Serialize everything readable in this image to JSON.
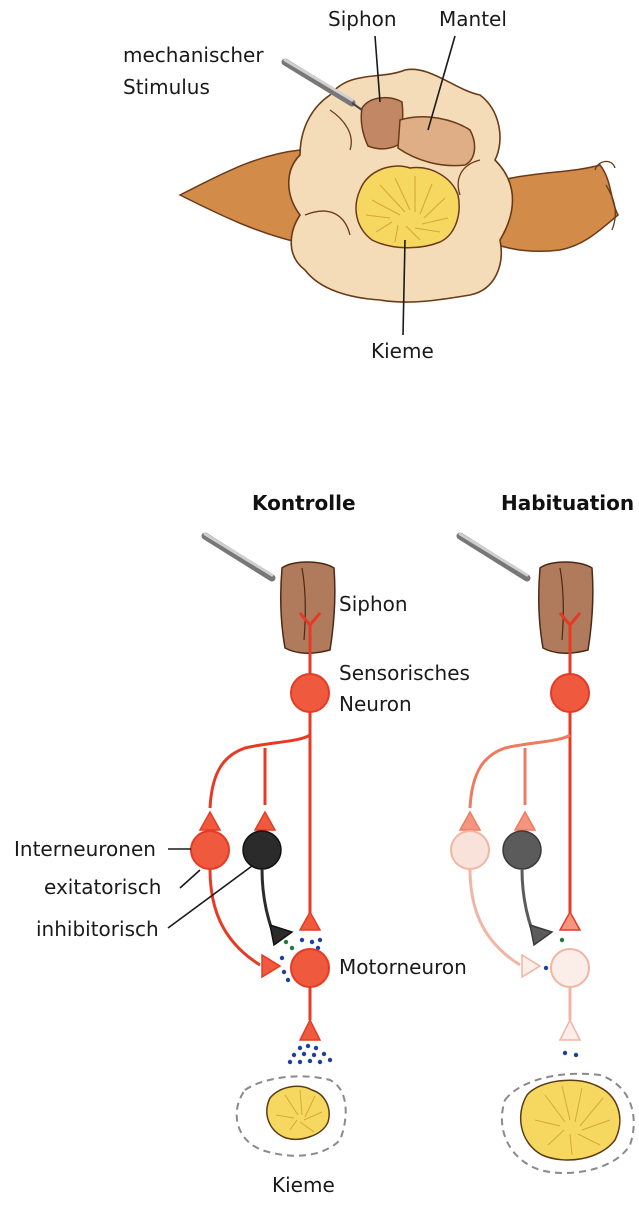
{
  "top_diagram": {
    "labels": {
      "siphon": "Siphon",
      "mantel": "Mantel",
      "stimulus_line1": "mechanischer",
      "stimulus_line2": "Stimulus",
      "kieme": "Kieme"
    }
  },
  "circuit": {
    "col_control_title": "Kontrolle",
    "col_habituation_title": "Habituation",
    "labels": {
      "siphon": "Siphon",
      "sensory_line1": "Sensorisches",
      "sensory_line2": "Neuron",
      "interneurons": "Interneuronen",
      "excitatory": "exitatorisch",
      "inhibitory": "inhibitorisch",
      "motor": "Motorneuron",
      "kieme": "Kieme"
    }
  },
  "colors": {
    "neuron_red": "#ef5a3f",
    "axon_red": "#e63a24",
    "faded_neuron": "#f9e2da",
    "faded_axon": "#f0b5a3",
    "inhibitory_dark": "#2b2b2b",
    "inhibitory_gray": "#5b5b5b",
    "siphon_brown": "#b07a5c",
    "gill_yellow": "#f6d860",
    "transmitter_blue": "#1d3f9e",
    "body_tan": "#f5dcb8",
    "side_brown": "#d38b4a"
  }
}
